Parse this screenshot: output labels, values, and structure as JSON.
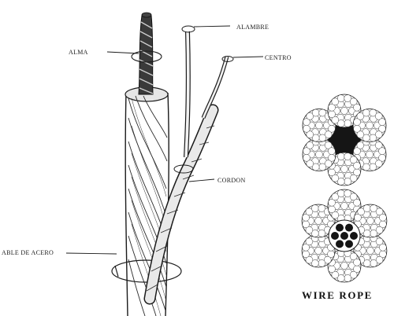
{
  "labels": {
    "alma": "ALMA",
    "alambre": "ALAMBRE",
    "centro": "CENTRO",
    "cordon": "CORDON",
    "cable": "ABLE DE ACERO",
    "wire_rope": "WIRE ROPE"
  },
  "colors": {
    "ink": "#1b1b1b",
    "paper": "#ffffff",
    "strand_fill": "#d9d9d9",
    "core_fill": "#151515"
  }
}
